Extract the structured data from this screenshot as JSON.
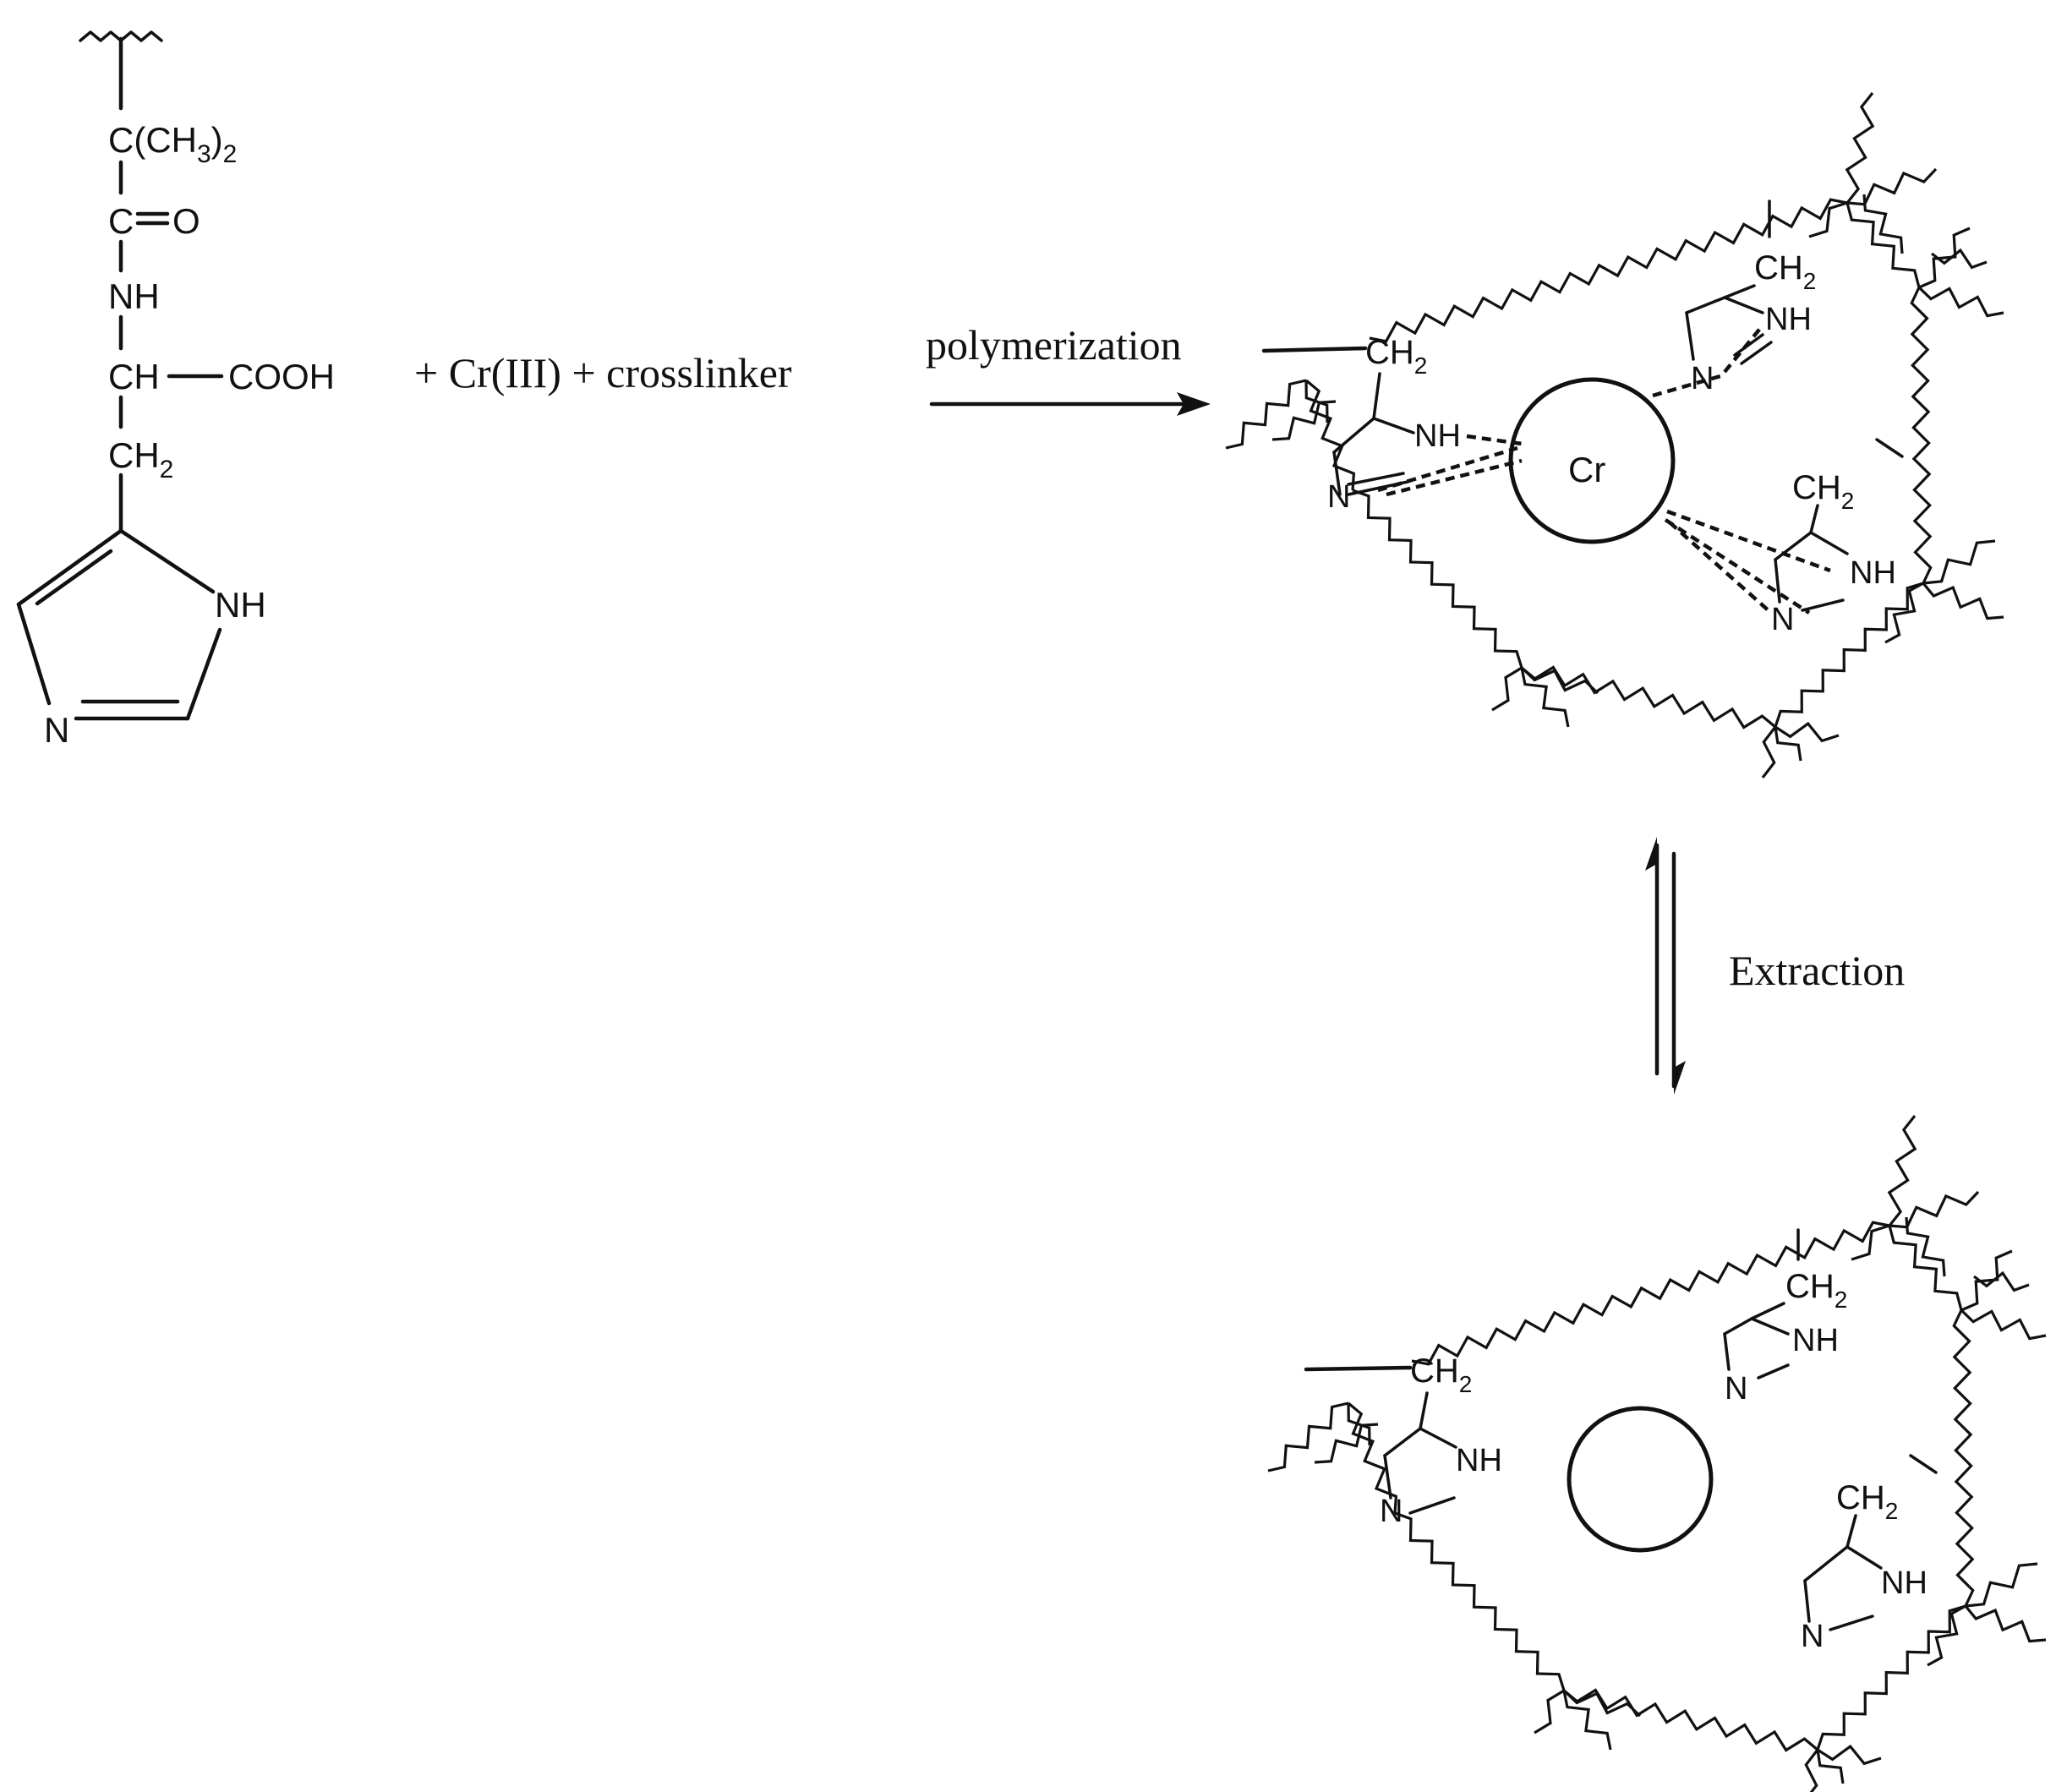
{
  "monomer": {
    "c_dimethyl": "C(CH",
    "c_dimethyl_sub3": "3",
    "c_dimethyl_close": ")",
    "c_dimethyl_sub2": "2",
    "carbonyl_c": "C",
    "carbonyl_o": "O",
    "nh": "NH",
    "ch": "CH",
    "cooh": "COOH",
    "ch2": "CH",
    "ch2_sub": "2",
    "ring_nh": "NH",
    "ring_n": "N"
  },
  "reagents": "+ Cr(III) + crosslinker",
  "arrow_label": "polymerization",
  "equilibrium_label": "Extraction",
  "imprinted": {
    "metal": "Cr",
    "ch2": "CH",
    "ch2_sub": "2",
    "nh": "NH",
    "n": "N"
  },
  "cavity": {
    "ch2": "CH",
    "ch2_sub": "2",
    "nh": "NH",
    "n": "N"
  }
}
